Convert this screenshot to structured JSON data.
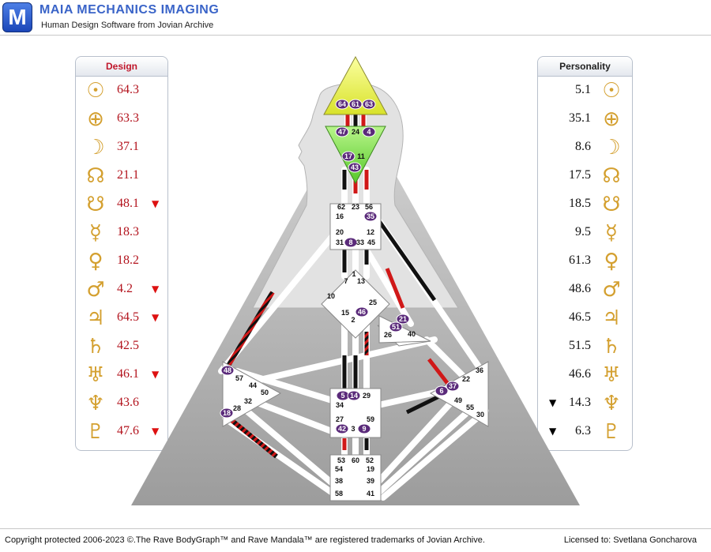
{
  "header": {
    "logo_letter": "M",
    "title": "MAIA MECHANICS IMAGING",
    "subtitle": "Human Design Software from Jovian Archive"
  },
  "design": {
    "title": "Design",
    "rows": [
      {
        "symbol": "☉",
        "value": "64.3",
        "arrow": ""
      },
      {
        "symbol": "⊕",
        "value": "63.3",
        "arrow": ""
      },
      {
        "symbol": "☽",
        "value": "37.1",
        "arrow": ""
      },
      {
        "symbol": "☊",
        "value": "21.1",
        "arrow": ""
      },
      {
        "symbol": "☋",
        "value": "48.1",
        "arrow": "▼"
      },
      {
        "symbol": "☿",
        "value": "18.3",
        "arrow": ""
      },
      {
        "symbol": "♀",
        "value": "18.2",
        "arrow": ""
      },
      {
        "symbol": "♂",
        "value": "4.2",
        "arrow": "▼"
      },
      {
        "symbol": "♃",
        "value": "64.5",
        "arrow": "▼"
      },
      {
        "symbol": "♄",
        "value": "42.5",
        "arrow": ""
      },
      {
        "symbol": "♅",
        "value": "46.1",
        "arrow": "▼"
      },
      {
        "symbol": "♆",
        "value": "43.6",
        "arrow": ""
      },
      {
        "symbol": "♇",
        "value": "47.6",
        "arrow": "▼"
      }
    ]
  },
  "personality": {
    "title": "Personality",
    "rows": [
      {
        "symbol": "☉",
        "value": "5.1",
        "arrow": ""
      },
      {
        "symbol": "⊕",
        "value": "35.1",
        "arrow": ""
      },
      {
        "symbol": "☽",
        "value": "8.6",
        "arrow": ""
      },
      {
        "symbol": "☊",
        "value": "17.5",
        "arrow": ""
      },
      {
        "symbol": "☋",
        "value": "18.5",
        "arrow": ""
      },
      {
        "symbol": "☿",
        "value": "9.5",
        "arrow": ""
      },
      {
        "symbol": "♀",
        "value": "61.3",
        "arrow": ""
      },
      {
        "symbol": "♂",
        "value": "48.6",
        "arrow": ""
      },
      {
        "symbol": "♃",
        "value": "46.5",
        "arrow": ""
      },
      {
        "symbol": "♄",
        "value": "51.5",
        "arrow": ""
      },
      {
        "symbol": "♅",
        "value": "46.6",
        "arrow": ""
      },
      {
        "symbol": "♆",
        "value": "14.3",
        "arrow": "▼"
      },
      {
        "symbol": "♇",
        "value": "6.3",
        "arrow": "▼"
      }
    ]
  },
  "bodygraph": {
    "activated_gates": [
      "64",
      "61",
      "63",
      "47",
      "4",
      "17",
      "43",
      "35",
      "8",
      "46",
      "21",
      "51",
      "48",
      "18",
      "5",
      "14",
      "6",
      "37",
      "42",
      "9"
    ],
    "gate_labels": [
      "24",
      "11",
      "62",
      "23",
      "56",
      "16",
      "12",
      "20",
      "31",
      "33",
      "45",
      "1",
      "7",
      "13",
      "10",
      "25",
      "15",
      "2",
      "26",
      "40",
      "57",
      "44",
      "50",
      "32",
      "28",
      "34",
      "29",
      "27",
      "3",
      "59",
      "22",
      "36",
      "49",
      "55",
      "30",
      "53",
      "60",
      "52",
      "54",
      "19",
      "38",
      "39",
      "58",
      "41"
    ]
  },
  "footer": {
    "copyright": "Copyright protected 2006-2023 ©.The Rave BodyGraph™ and Rave Mandala™ are registered trademarks of Jovian Archive.",
    "license": "Licensed to: Svetlana Goncharova"
  },
  "colors": {
    "accent": "#3a64c8",
    "design": "#b3141e",
    "gold": "#d4a030",
    "activated_gate": "#5a2a7a",
    "head": "#f0f44a",
    "ajna": "#7ee04a"
  }
}
